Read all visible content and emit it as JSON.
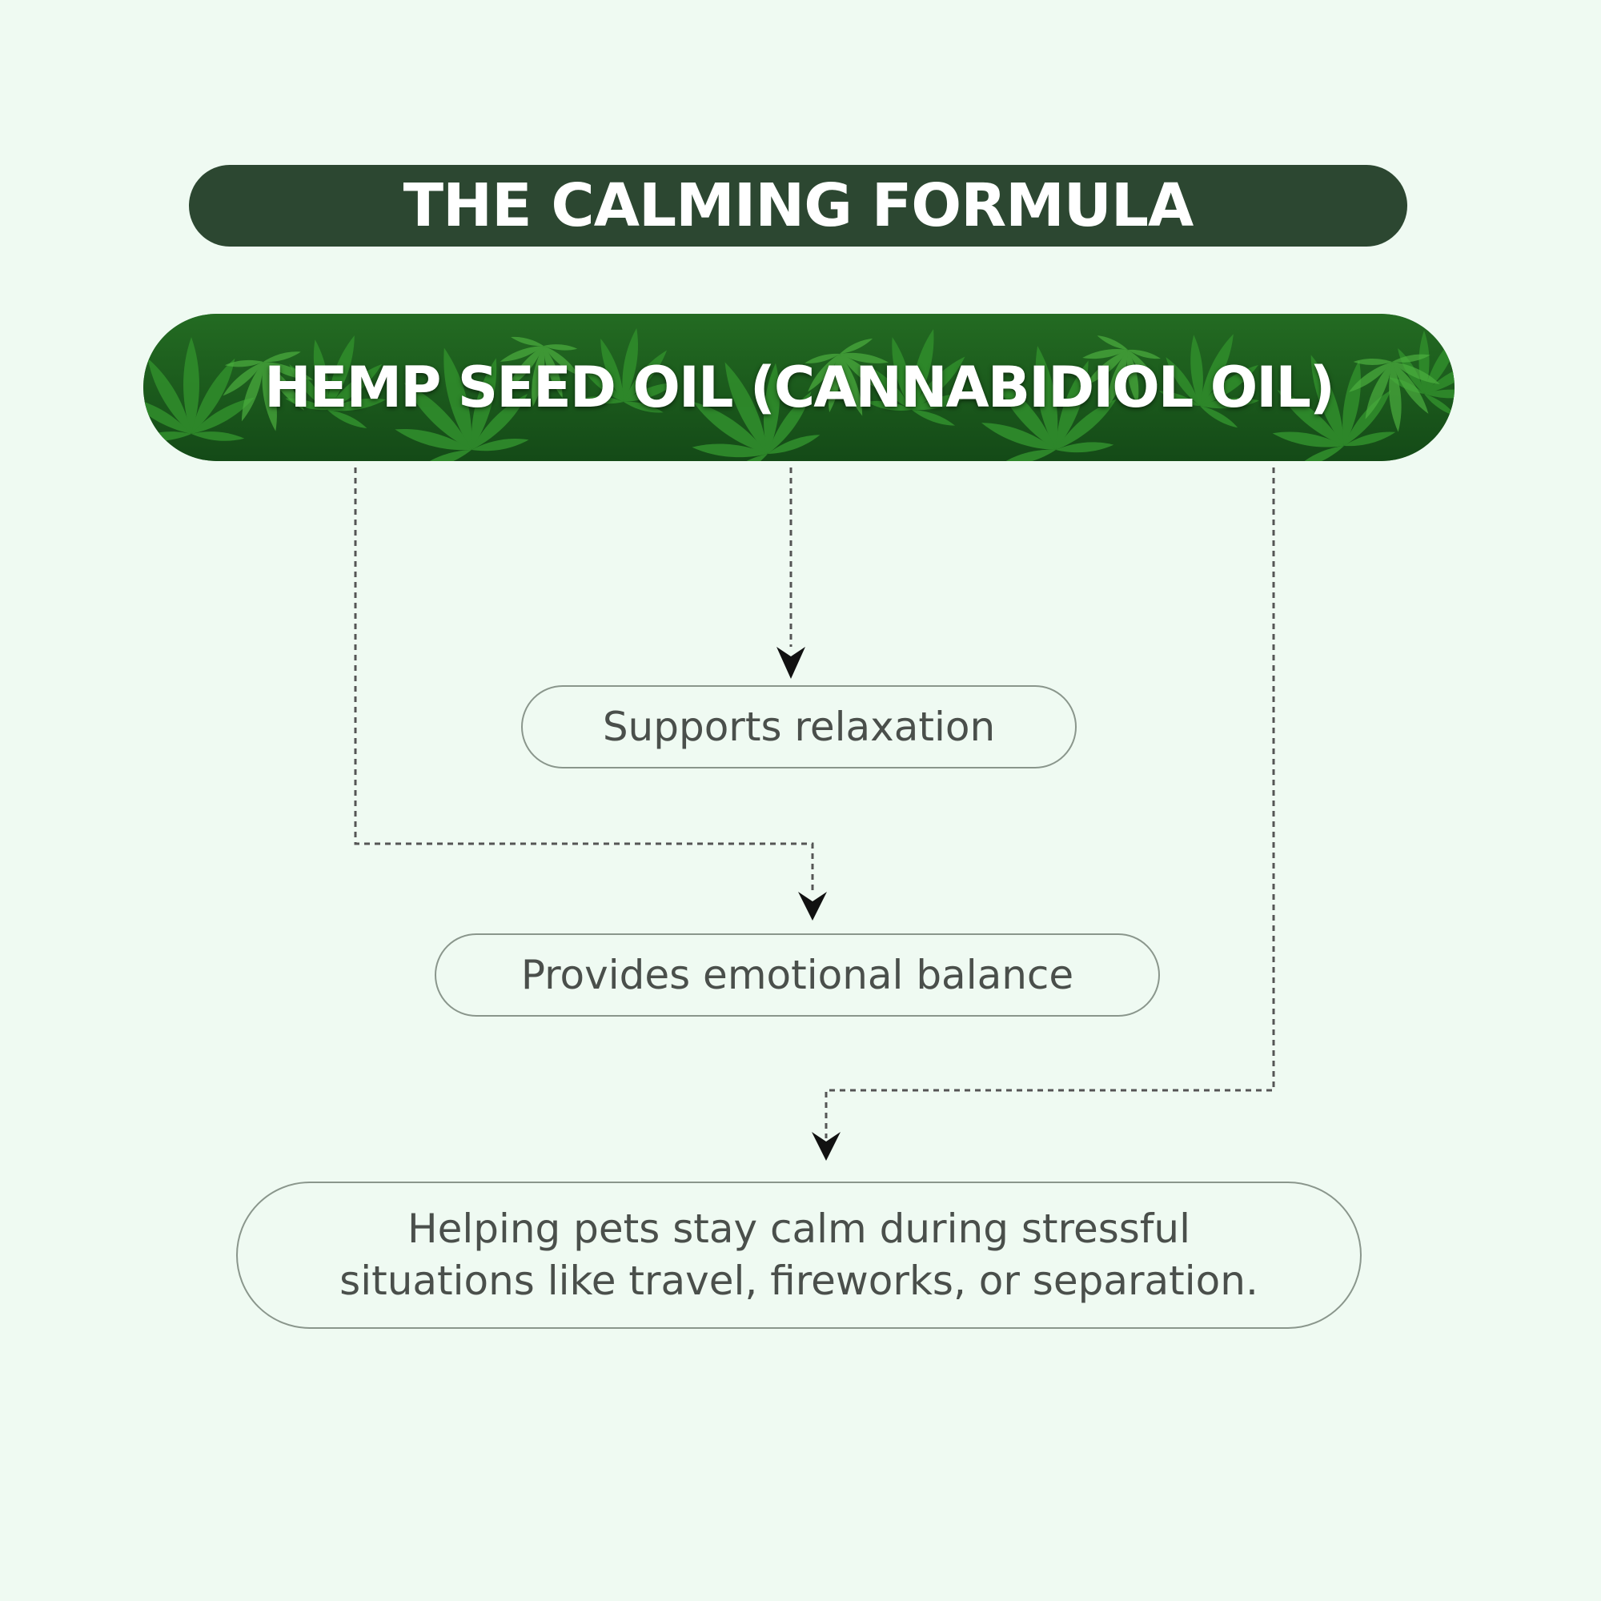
{
  "title": "THE CALMING FORMULA",
  "ingredient": "HEMP SEED OIL (CANNABIDIOL OIL)",
  "benefits": [
    {
      "text": "Supports relaxation"
    },
    {
      "text": "Provides emotional balance"
    },
    {
      "line1": "Helping pets stay calm during stressful",
      "line2": "situations like travel, fireworks, or separation."
    }
  ],
  "colors": {
    "background": "#effaf2",
    "title_bar": "#2c4731",
    "leaf_green": "#2f8a2b",
    "connector": "#555555",
    "pill_border": "#8a968c",
    "pill_text": "#4a4f4b"
  },
  "icons": [
    "arrow-down-icon",
    "hemp-leaf-icon"
  ]
}
